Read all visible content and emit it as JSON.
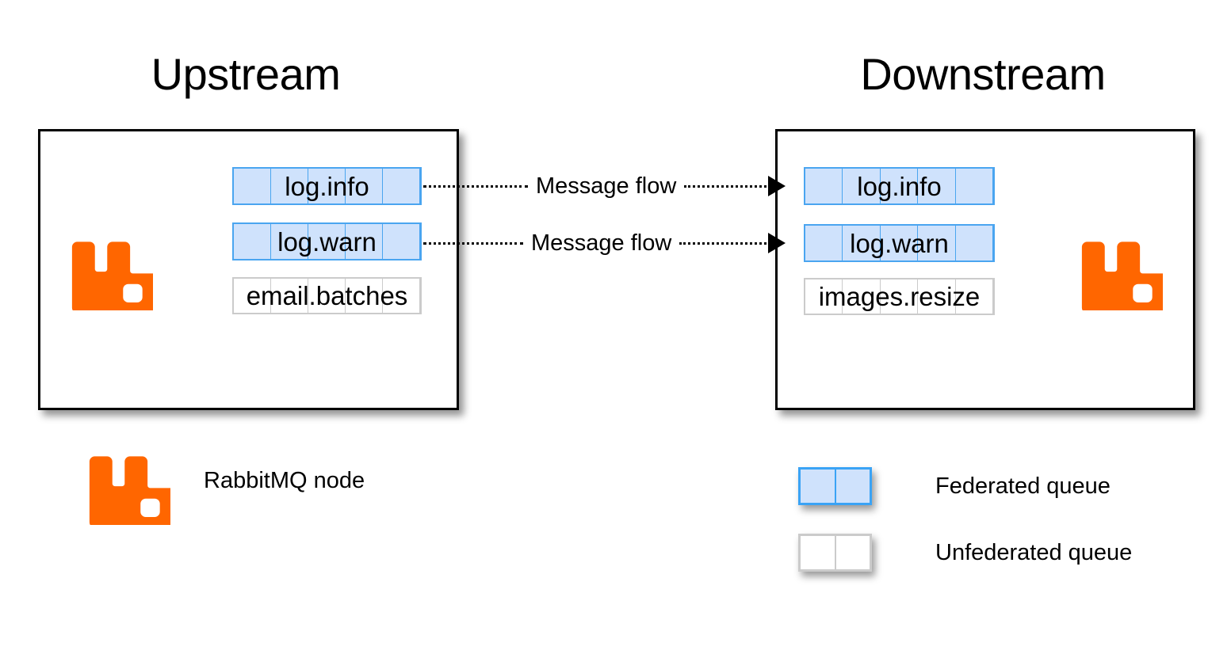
{
  "diagram": {
    "title_upstream": "Upstream",
    "title_downstream": "Downstream",
    "colors": {
      "rabbitmq_orange": "#F60",
      "federated_fill": "#CFE2FC",
      "federated_border": "#4AA5F0",
      "unfederated_fill": "#FFFFFF",
      "unfederated_border": "#CBCBCB",
      "box_border": "#000000",
      "text": "#000000"
    }
  },
  "upstream": {
    "node_icon": "rabbitmq-logo-icon",
    "queues": [
      {
        "label": "log.info",
        "type": "federated",
        "cells": 5
      },
      {
        "label": "log.warn",
        "type": "federated",
        "cells": 5
      },
      {
        "label": "email.batches",
        "type": "unfederated",
        "cells": 5
      }
    ]
  },
  "downstream": {
    "node_icon": "rabbitmq-logo-icon",
    "queues": [
      {
        "label": "log.info",
        "type": "federated",
        "cells": 5
      },
      {
        "label": "log.warn",
        "type": "federated",
        "cells": 5
      },
      {
        "label": "images.resize",
        "type": "unfederated",
        "cells": 5
      }
    ]
  },
  "flows": [
    {
      "label": "Message flow",
      "from": "log.info",
      "to": "log.info",
      "style": "dotted",
      "arrow": "right-triangle"
    },
    {
      "label": "Message flow",
      "from": "log.warn",
      "to": "log.warn",
      "style": "dotted",
      "arrow": "right-triangle"
    }
  ],
  "legend": {
    "items": [
      {
        "swatch": "rabbitmq-logo-icon",
        "label": "RabbitMQ node"
      },
      {
        "swatch": "federated-queue",
        "label": "Federated queue",
        "cells": 2
      },
      {
        "swatch": "unfederated-queue",
        "label": "Unfederated queue",
        "cells": 2
      }
    ]
  }
}
